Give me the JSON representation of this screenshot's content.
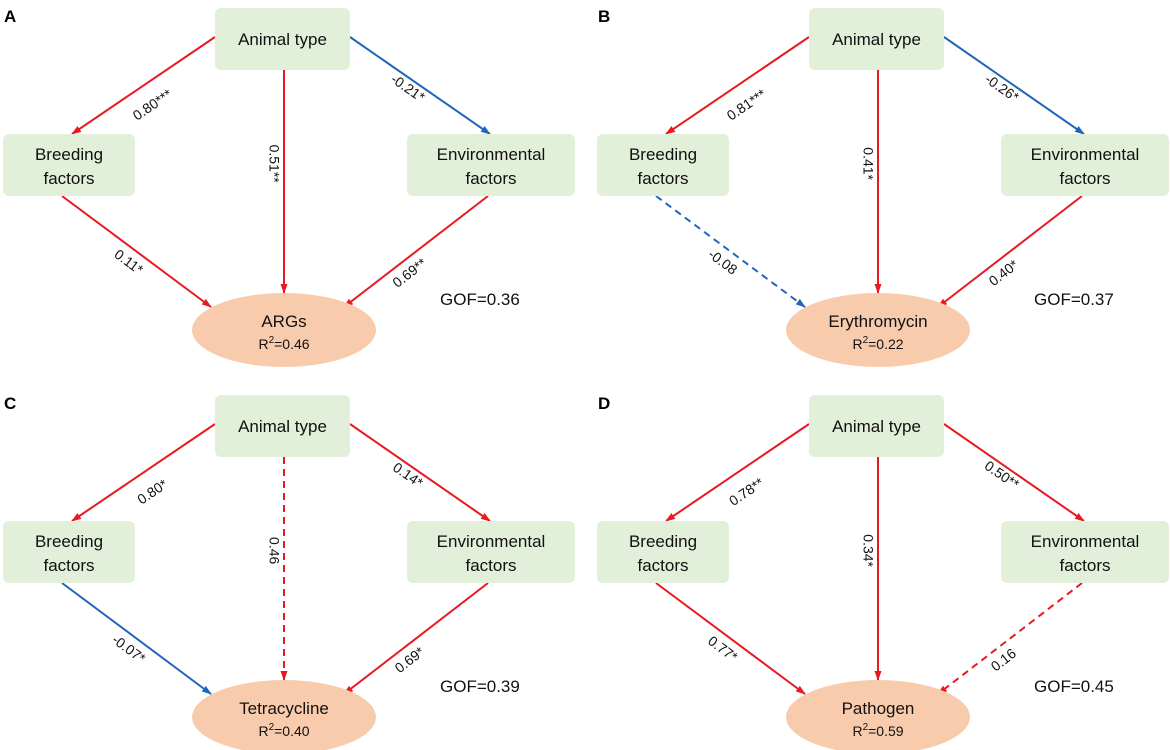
{
  "nodes": {
    "animal_type": "Animal type",
    "breeding_line1": "Breeding",
    "breeding_line2": "factors",
    "environmental_line1": "Environmental",
    "environmental_line2": "factors"
  },
  "colors": {
    "positive": "#e8191f",
    "negative": "#1f66b8",
    "box_fill": "#e2efd9",
    "ellipse_fill": "#f8cbad"
  },
  "panels": [
    {
      "letter": "A",
      "outcome": "ARGs",
      "r2_prefix": "R",
      "r2_sup": "2",
      "r2_value": "=0.46",
      "gof": "GOF=0.36",
      "paths": {
        "animal_breeding": {
          "label": "0.80***",
          "sign": "positive",
          "significant": true
        },
        "animal_environmental": {
          "label": "-0.21*",
          "sign": "negative",
          "significant": true
        },
        "animal_outcome": {
          "label": "0.51**",
          "sign": "positive",
          "significant": true
        },
        "breeding_outcome": {
          "label": "0.11*",
          "sign": "positive",
          "significant": true
        },
        "environmental_outcome": {
          "label": "0.69**",
          "sign": "positive",
          "significant": true
        }
      }
    },
    {
      "letter": "B",
      "outcome": "Erythromycin",
      "r2_prefix": "R",
      "r2_sup": "2",
      "r2_value": "=0.22",
      "gof": "GOF=0.37",
      "paths": {
        "animal_breeding": {
          "label": "0.81***",
          "sign": "positive",
          "significant": true
        },
        "animal_environmental": {
          "label": "-0.26*",
          "sign": "negative",
          "significant": true
        },
        "animal_outcome": {
          "label": "0.41*",
          "sign": "positive",
          "significant": true
        },
        "breeding_outcome": {
          "label": "-0.08",
          "sign": "negative",
          "significant": false
        },
        "environmental_outcome": {
          "label": "0.40*",
          "sign": "positive",
          "significant": true
        }
      }
    },
    {
      "letter": "C",
      "outcome": "Tetracycline",
      "r2_prefix": "R",
      "r2_sup": "2",
      "r2_value": "=0.40",
      "gof": "GOF=0.39",
      "paths": {
        "animal_breeding": {
          "label": "0.80*",
          "sign": "positive",
          "significant": true
        },
        "animal_environmental": {
          "label": "0.14*",
          "sign": "positive",
          "significant": true
        },
        "animal_outcome": {
          "label": "0.46",
          "sign": "positive",
          "significant": false
        },
        "breeding_outcome": {
          "label": "-0.07*",
          "sign": "negative",
          "significant": true
        },
        "environmental_outcome": {
          "label": "0.69*",
          "sign": "positive",
          "significant": true
        }
      }
    },
    {
      "letter": "D",
      "outcome": "Pathogen",
      "r2_prefix": "R",
      "r2_sup": "2",
      "r2_value": "=0.59",
      "gof": "GOF=0.45",
      "paths": {
        "animal_breeding": {
          "label": "0.78**",
          "sign": "positive",
          "significant": true
        },
        "animal_environmental": {
          "label": "0.50**",
          "sign": "positive",
          "significant": true
        },
        "animal_outcome": {
          "label": "0.34*",
          "sign": "positive",
          "significant": true
        },
        "breeding_outcome": {
          "label": "0.77*",
          "sign": "positive",
          "significant": true
        },
        "environmental_outcome": {
          "label": "0.16",
          "sign": "positive",
          "significant": false
        }
      }
    }
  ]
}
